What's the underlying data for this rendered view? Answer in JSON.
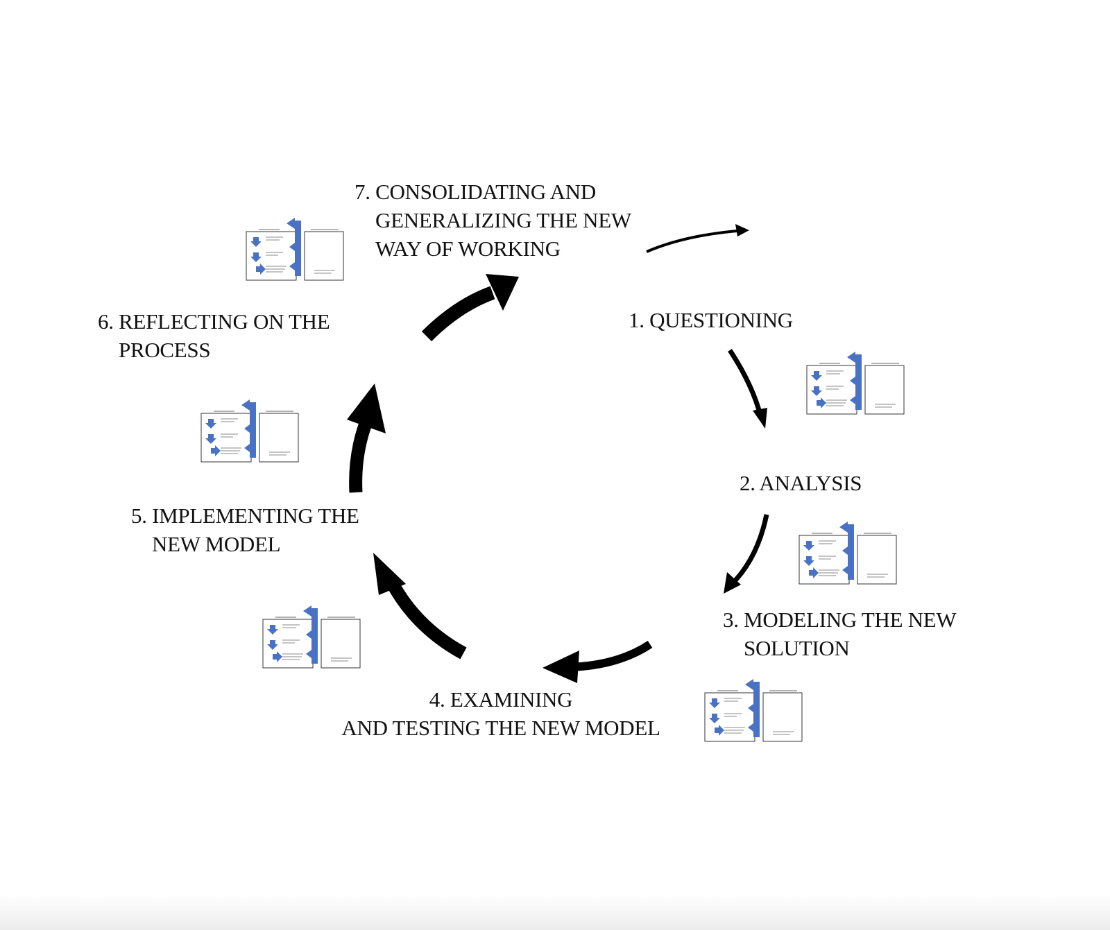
{
  "diagram": {
    "type": "cycle",
    "accent_color": "#4a72c4",
    "arrow_color": "#000000",
    "steps": [
      {
        "number": "1.",
        "line1": "1. QUESTIONING",
        "line2": ""
      },
      {
        "number": "2.",
        "line1": "2. ANALYSIS",
        "line2": ""
      },
      {
        "number": "3.",
        "line1": "3. MODELING THE NEW",
        "line2": "SOLUTION"
      },
      {
        "number": "4.",
        "line1": "4. EXAMINING",
        "line2": "AND TESTING THE NEW MODEL"
      },
      {
        "number": "5.",
        "line1": "5. IMPLEMENTING THE",
        "line2": "NEW MODEL"
      },
      {
        "number": "6.",
        "line1": "6. REFLECTING ON THE",
        "line2": "PROCESS"
      },
      {
        "number": "7.",
        "line1": "7. CONSOLIDATING AND",
        "line2": "GENERALIZING THE NEW",
        "line3": "WAY OF WORKING"
      }
    ],
    "thumbnail_icon": "change-laboratory-mini-diagram-icon"
  }
}
